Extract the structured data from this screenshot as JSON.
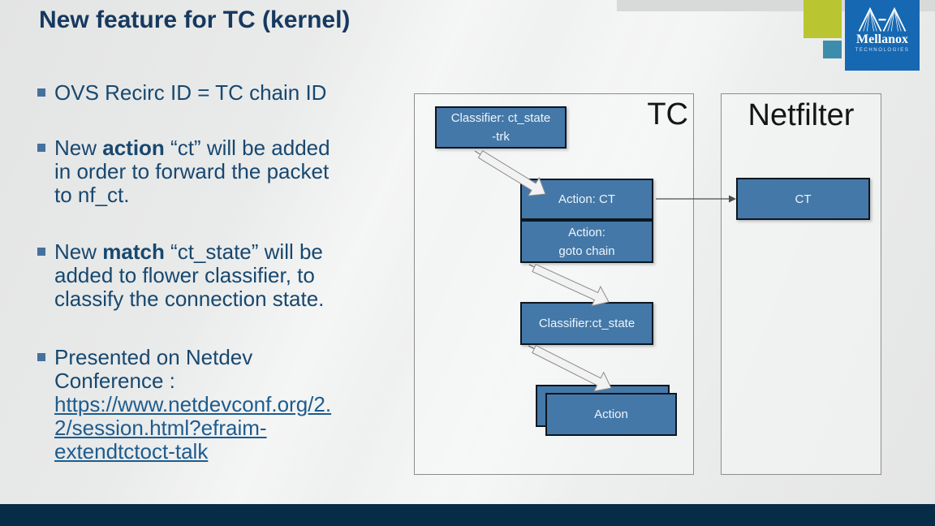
{
  "slide": {
    "title": "New feature for TC (kernel)",
    "bullets": {
      "b1": {
        "line1": "OVS Recirc ID = TC chain ID"
      },
      "b2": {
        "line1_pre": "New ",
        "line1_bold": "action",
        "line1_post": " “ct” will be added",
        "line2": "in order to forward the packet",
        "line3": "to nf_ct."
      },
      "b3": {
        "line1_pre": "New ",
        "line1_bold": "match",
        "line1_post": " “ct_state” will be",
        "line2": "added to flower classifier, to",
        "line3": "classify the connection state."
      },
      "b4": {
        "line1": "Presented on Netdev",
        "line2": "Conference :",
        "link_line1": "https://www.netdevconf.org/2.",
        "link_line2": "2/session.html?efraim-",
        "link_line3": "extendtctoct-talk"
      }
    }
  },
  "diagram": {
    "tc_label": "TC",
    "netfilter_label": "Netfilter",
    "boxes": {
      "classifier_trk_line1": "Classifier: ct_state",
      "classifier_trk_line2": "-trk",
      "action_ct": "Action: CT",
      "action_goto_line1": "Action:",
      "action_goto_line2": "goto chain",
      "classifier2": "Classifier:ct_state",
      "action_stack": "Action",
      "netfilter_ct": "CT"
    }
  },
  "branding": {
    "logo_text": "Mellanox",
    "logo_subtext": "TECHNOLOGIES"
  },
  "colors": {
    "title_text": "#16395f",
    "body_text": "#17486f",
    "link_text": "#1d5c8e",
    "bullet_marker": "#44719e",
    "box_fill": "#4478a8",
    "box_border": "#0d161f",
    "panel_border": "#8d8d8d",
    "footer_band": "#062c48",
    "top_stripe": "#d8d9d9",
    "olive_square": "#b9c531",
    "teal_square": "#3d8cab",
    "logo_blue": "#1668b2"
  }
}
